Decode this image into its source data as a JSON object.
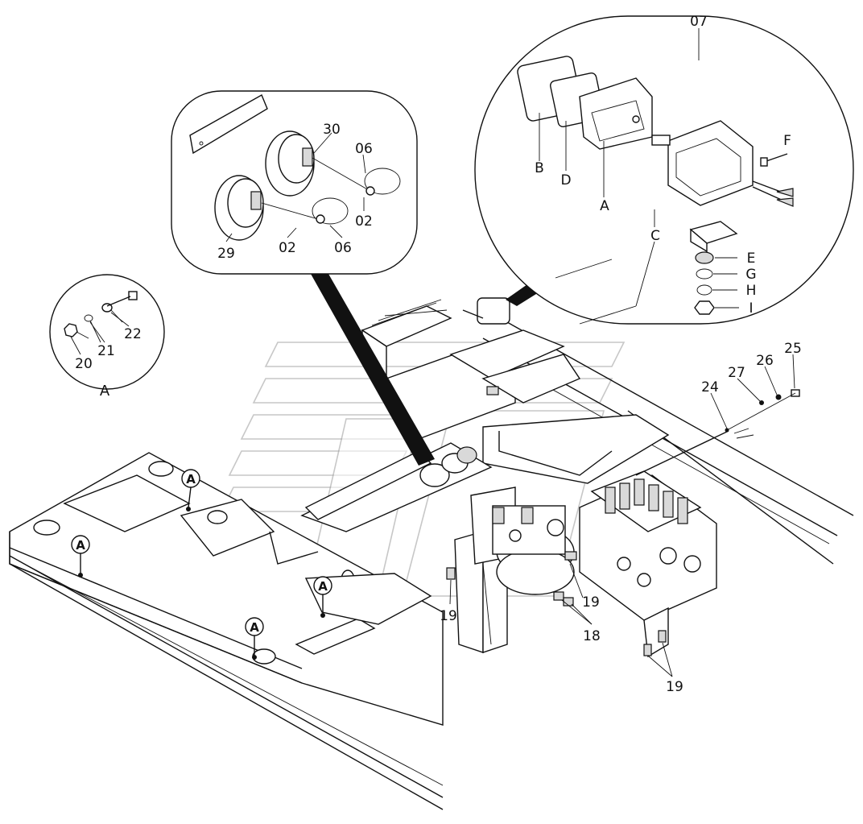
{
  "callouts": {
    "kit_lamp": "07",
    "horn_30": "30",
    "horn_29": "29",
    "washer_06_top": "06",
    "washer_06_bottom": "06",
    "bolt_02_right": "02",
    "bolt_02_left": "02",
    "lamp_B": "B",
    "lamp_D": "D",
    "lamp_A": "A",
    "lamp_C": "C",
    "lamp_F": "F",
    "lamp_E": "E",
    "lamp_G": "G",
    "lamp_H": "H",
    "lamp_I": "I",
    "part_20": "20",
    "part_21": "21",
    "part_22": "22",
    "detail_A": "A",
    "part_24": "24",
    "part_27": "27",
    "part_26": "26",
    "part_25": "25",
    "part_19_left": "19",
    "part_19_mid": "19",
    "part_18": "18",
    "part_19_bottom": "19",
    "marker_A1": "A",
    "marker_A2": "A",
    "marker_A3": "A",
    "marker_A4": "A"
  },
  "colors": {
    "line": "#111111",
    "watermark": "#9a9a9a",
    "background": "#ffffff"
  }
}
